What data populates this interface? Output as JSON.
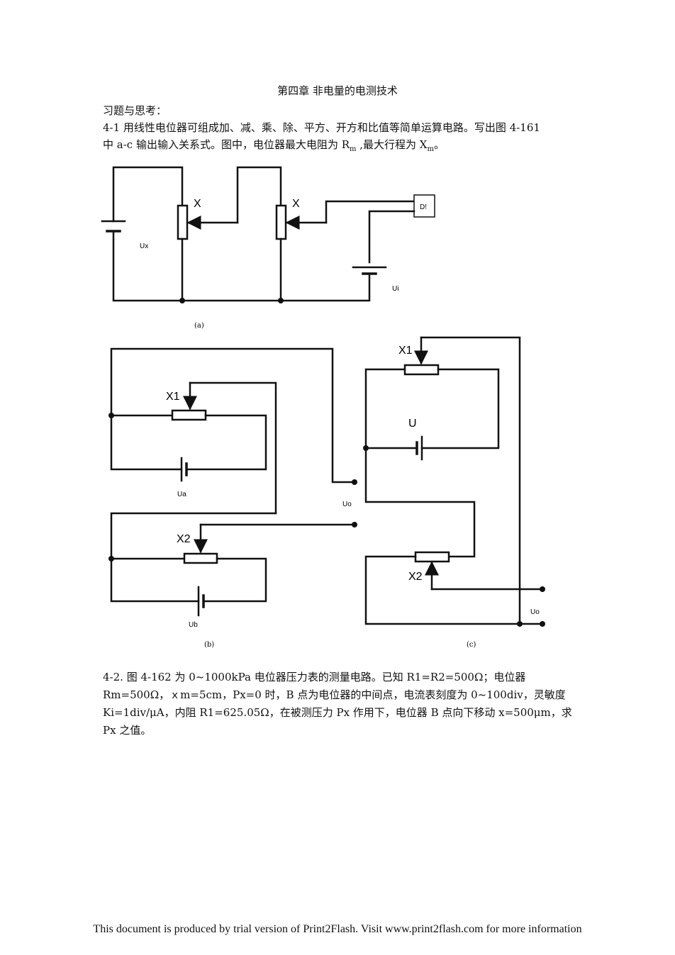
{
  "chapter_title": "第四章  非电量的电测技术",
  "section_heading": "习题与思考：",
  "problem1": {
    "line1": "4-1  用线性电位器可组成加、减、乘、除、平方、开方和比值等简单运算电路。写出图 4-161",
    "line2_pre": "中 a-c 输出输入关系式。图中，电位器最大电阻为 R",
    "line2_sub1": "m",
    "line2_mid": " ,最大行程为 X",
    "line2_sub2": "m",
    "line2_post": "。"
  },
  "figure_a": {
    "caption": "(a)",
    "labels": {
      "x_left": "X",
      "x_right": "X",
      "source": "Ux",
      "detector": "D!",
      "input": "Ui"
    }
  },
  "figure_b": {
    "caption": "(b)",
    "labels": {
      "x1": "X1",
      "x2": "X2",
      "ua": "Ua",
      "ub": "Ub",
      "uo": "Uo"
    }
  },
  "figure_c": {
    "caption": "(c)",
    "labels": {
      "x1": "X1",
      "x2": "X2",
      "u": "U",
      "uo": "Uo"
    }
  },
  "problem2": {
    "text": "4-2.  图 4-162 为 0~1000kPa 电位器压力表的测量电路。已知 R1=R2=500Ω；电位器 Rm=500Ω，ｘm=5cm，Px=0 时，B 点为电位器的中间点，电流表刻度为 0~100div，灵敏度 Ki=1div/μA，内阻 R1=625.05Ω，在被测压力 Px 作用下，电位器 B 点向下移动 x=500μm，求 Px 之值。"
  },
  "footer": "This document is produced by trial version of Print2Flash. Visit www.print2flash.com for more information"
}
